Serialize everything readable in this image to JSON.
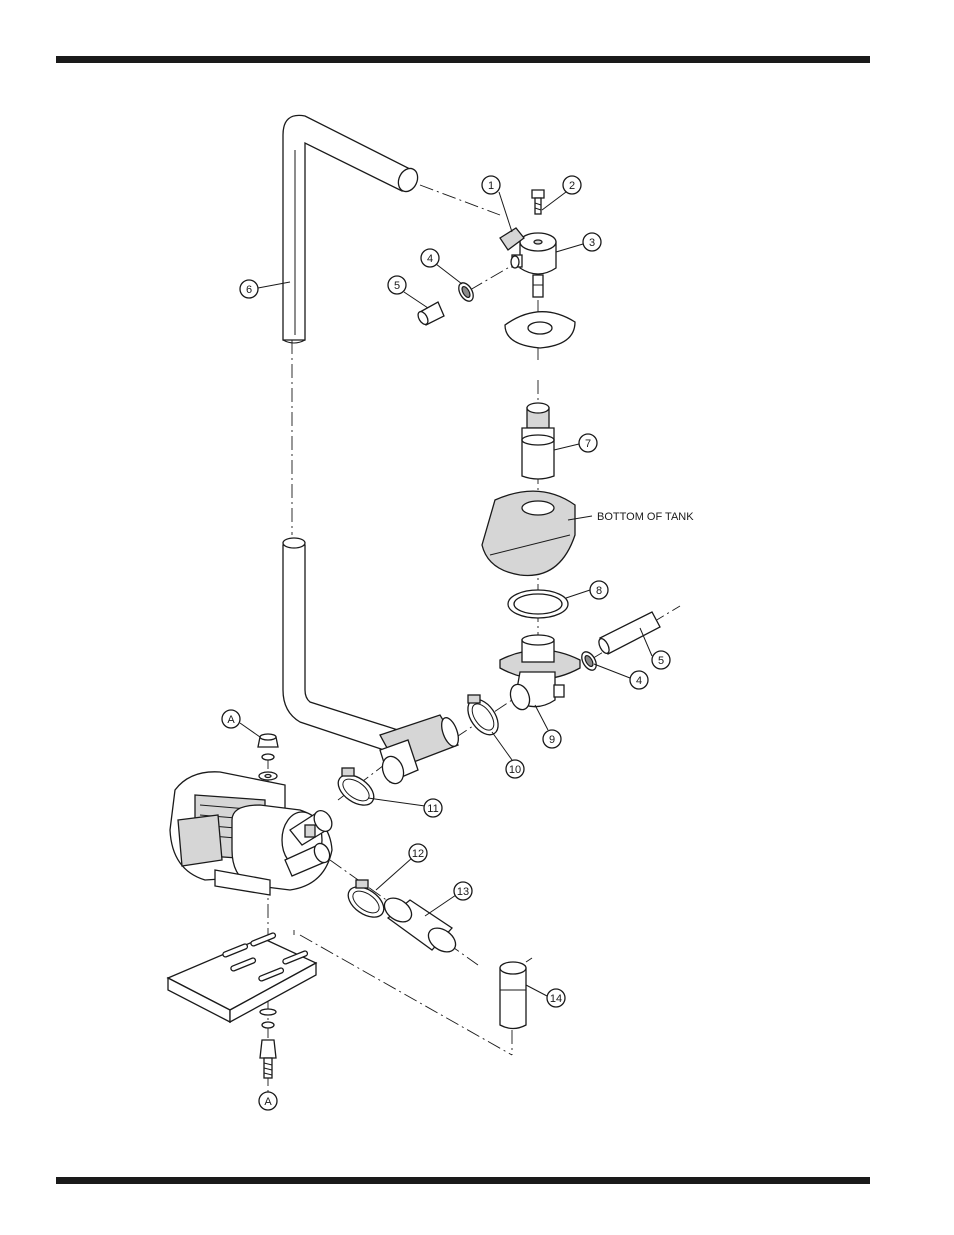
{
  "callouts": [
    "1",
    "2",
    "3",
    "4",
    "5",
    "6",
    "7",
    "8",
    "5",
    "4",
    "9",
    "10",
    "11",
    "12",
    "13",
    "14",
    "A",
    "A"
  ],
  "labels": {
    "bottom_of_tank": "BOTTOM OF TANK"
  }
}
